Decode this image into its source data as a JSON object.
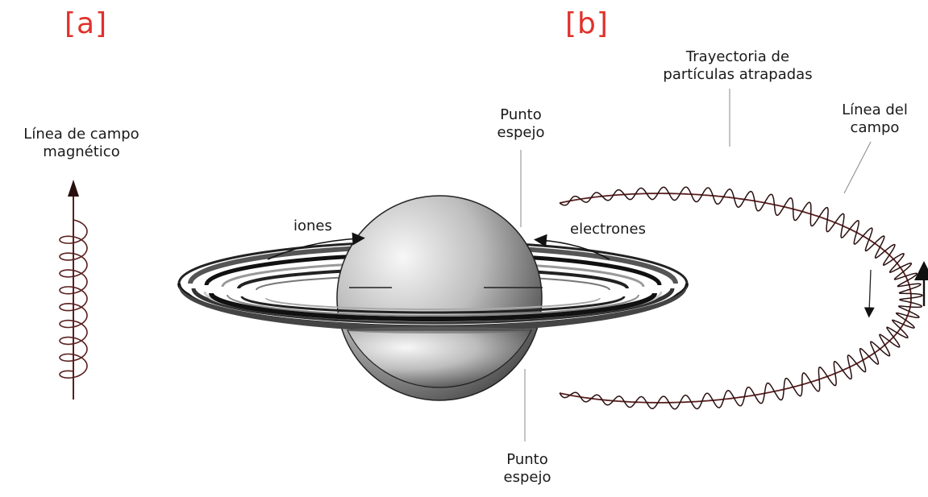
{
  "panels": {
    "a": "[a]",
    "b": "[b]"
  },
  "labels": {
    "field_line": [
      "Línea de campo",
      "magnético"
    ],
    "mirror_top": [
      "Punto",
      "espejo"
    ],
    "mirror_bottom": [
      "Punto",
      "espejo"
    ],
    "trajectory": [
      "Trayectoria de",
      "partículas atrapadas"
    ],
    "field_line_b": [
      "Línea del",
      "campo"
    ],
    "ions": "iones",
    "electrons": "electrones"
  },
  "colors": {
    "panel_label": "#e0312b",
    "field_line": "#5a1f1f",
    "text": "#1a1a1a",
    "planet_light": "#f4f4f4",
    "planet_dark": "#3c3c3c"
  }
}
